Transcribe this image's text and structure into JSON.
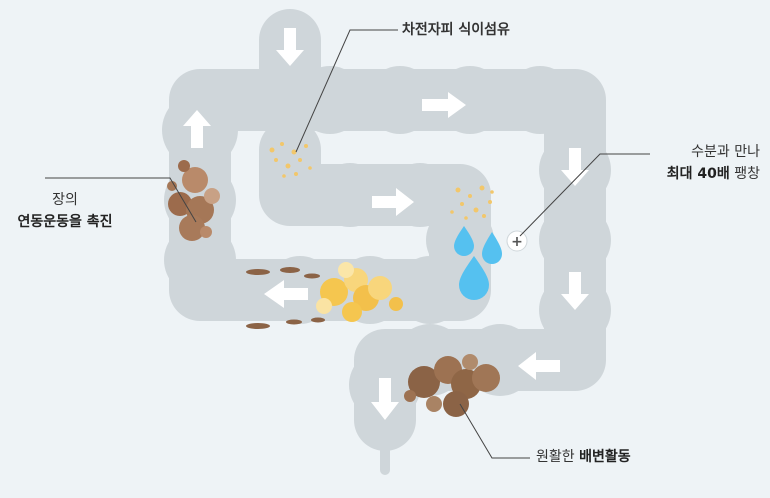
{
  "labels": {
    "fiber": "차전자피 식이섬유",
    "expand_line1": "수분과 만나",
    "expand_bold": "최대 40배",
    "expand_rest": "팽창",
    "peristalsis_line1": "장의",
    "peristalsis_bold": "연동운동을 촉진",
    "bowel_normal": "원활한",
    "bowel_bold": "배변활동"
  },
  "plus_symbol": "+",
  "colors": {
    "background": "#eef3f6",
    "intestine": "#cfd6da",
    "arrow": "#ffffff",
    "fiber_dots": "#f2c76b",
    "water_drop": "#55c1f0",
    "stool_brown": "#8b6346",
    "stool_yellow": "#f5c64f",
    "leader_line": "#444444"
  }
}
